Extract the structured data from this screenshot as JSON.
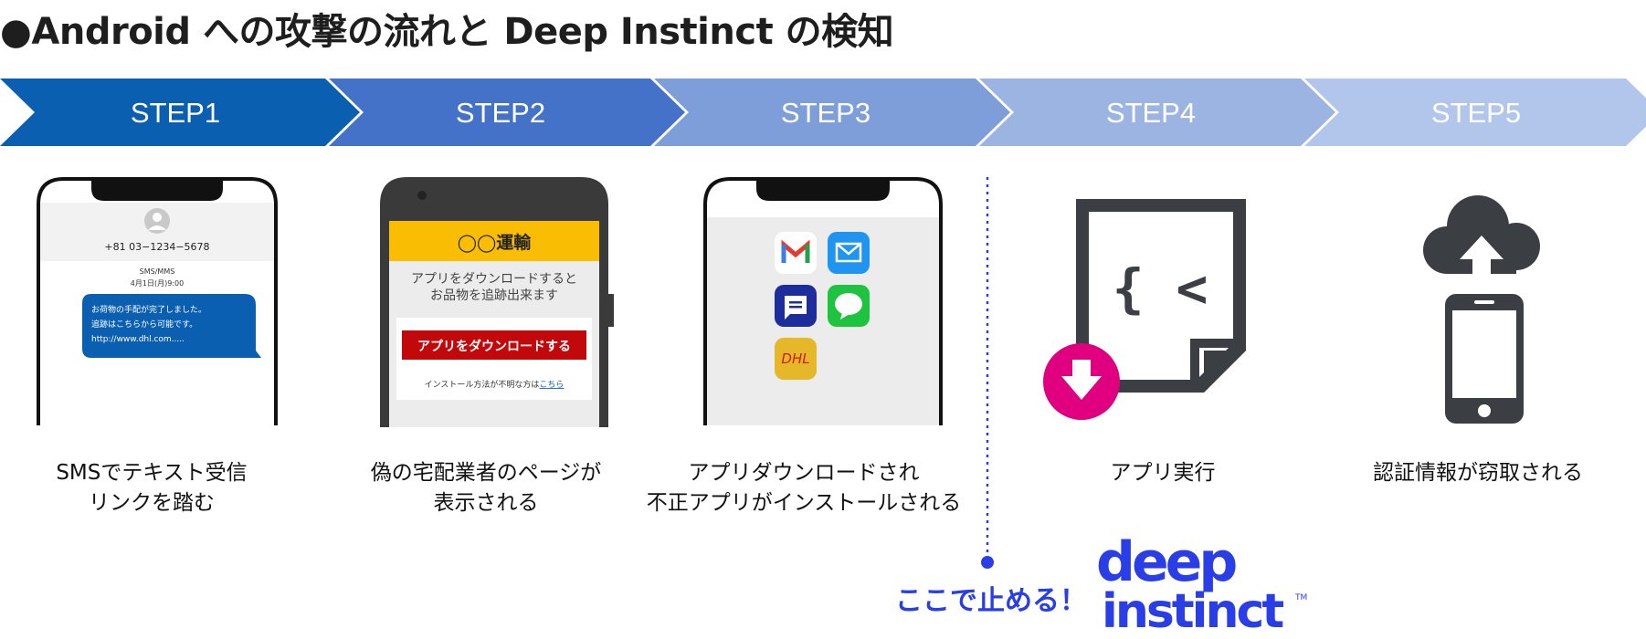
{
  "title": "●Android への攻撃の流れと Deep Instinct の検知",
  "steps": [
    {
      "label": "STEP1",
      "color": "#0b5fb1",
      "caption": [
        "SMSでテキスト受信",
        "リンクを踏む"
      ]
    },
    {
      "label": "STEP2",
      "color": "#4472c8",
      "caption": [
        "偽の宅配業者のページが",
        "表示される"
      ]
    },
    {
      "label": "STEP3",
      "color": "#7d9ed9",
      "caption": [
        "アプリダウンロードされ",
        "不正アプリがインストールされる"
      ]
    },
    {
      "label": "STEP4",
      "color": "#9cb4e1",
      "caption": [
        "アプリ実行"
      ]
    },
    {
      "label": "STEP5",
      "color": "#b2c5ea",
      "caption": [
        "認証情報が窃取される"
      ]
    }
  ],
  "phone1": {
    "number": "+81  03−1234−5678",
    "sms_type": "SMS/MMS",
    "date": "4月1日(月)9:00",
    "message": [
      "お荷物の手配が完了しました。",
      "追跡はこちらから可能です。",
      "http://www.dhl.com....."
    ]
  },
  "phone2": {
    "header": "◯◯運輸",
    "body": [
      "アプリをダウンロードすると",
      "お品物を追跡出来ます"
    ],
    "button": "アプリをダウンロードする",
    "note": "インストール方法が不明な方は",
    "link": "こちら"
  },
  "phone3": {
    "icons": [
      "gmail-icon",
      "mail-icon",
      "messages-icon",
      "line-icon",
      "dhl-icon"
    ],
    "dhl_label": "DHL"
  },
  "step4_icon": {
    "code_label": "{ <"
  },
  "stop_label": "ここで止める！",
  "logo": {
    "line1": "deep",
    "line2": "instinct",
    "tm": "TM"
  }
}
